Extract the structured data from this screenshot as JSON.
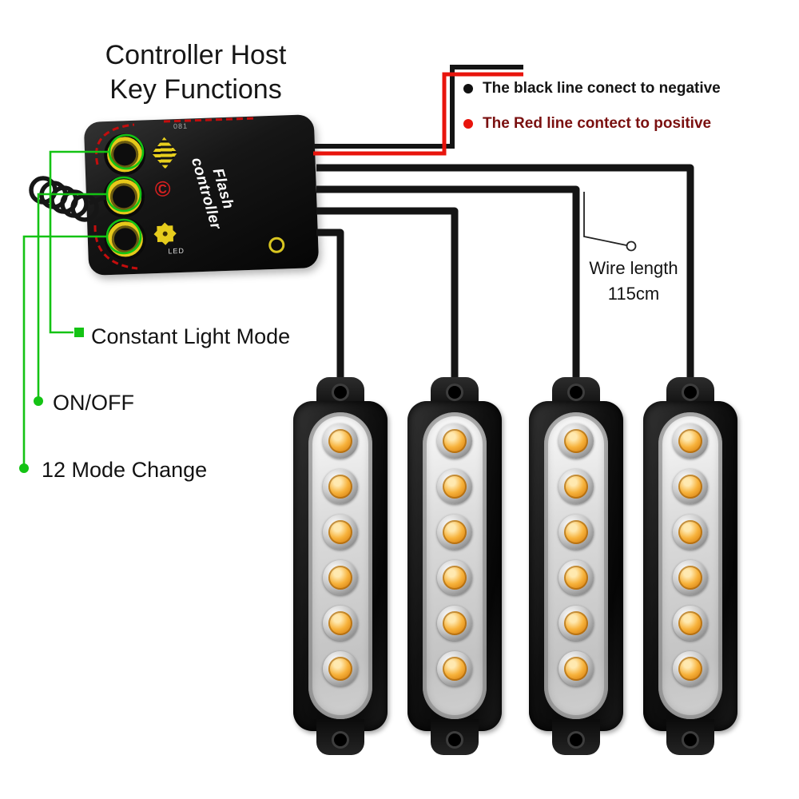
{
  "title": {
    "line1": "Controller Host",
    "line2": "Key Functions"
  },
  "legend": {
    "negative_label": "The black line conect to negative",
    "positive_label": "The Red line contect to positive"
  },
  "controller": {
    "label_line1": "Flash",
    "label_line2": "controller",
    "small_top_label": "081",
    "small_led_label": "LED"
  },
  "annotations": {
    "constant_light": "Constant Light Mode",
    "on_off": "ON/OFF",
    "mode_change": "12 Mode Change"
  },
  "wire_note": {
    "line1": "Wire length",
    "line2": "115cm"
  },
  "lights": {
    "count": 4,
    "leds_per_light": 6
  },
  "colors": {
    "annotation_green": "#14c314",
    "wire_red": "#e8140c",
    "wire_black": "#141414",
    "led_amber": "#f5a623",
    "legend_positive_text": "#7a1010"
  }
}
